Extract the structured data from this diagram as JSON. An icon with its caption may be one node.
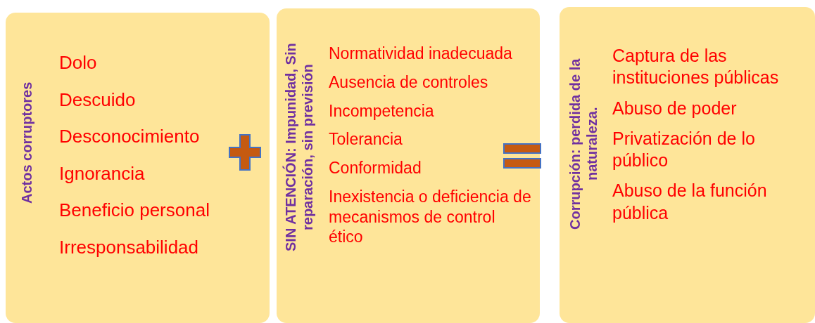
{
  "diagram": {
    "nodes": [
      {
        "text": [
          "Actos corruptores",
          "Dolo",
          "Descuido",
          "Desconocimiento",
          "Ignorancia",
          "Beneficio personal",
          "Irresponsabilidad"
        ]
      },
      {
        "text": [
          "SIN ATENCIÓN: Impunidad, Sin reparación, sin previsión",
          "Normatividad inadecuada",
          "Ausencia de controles",
          "Incompetencia",
          "Tolerancia",
          "Conformidad",
          "Inexistencia o deficiencia de mecanismos de control ético"
        ]
      },
      {
        "text": [
          "Corrupción: perdida de la naturaleza.",
          "Captura de las instituciones públicas",
          "Abuso de poder",
          "Privatización de lo público",
          "Abuso de la función pública"
        ]
      }
    ]
  }
}
